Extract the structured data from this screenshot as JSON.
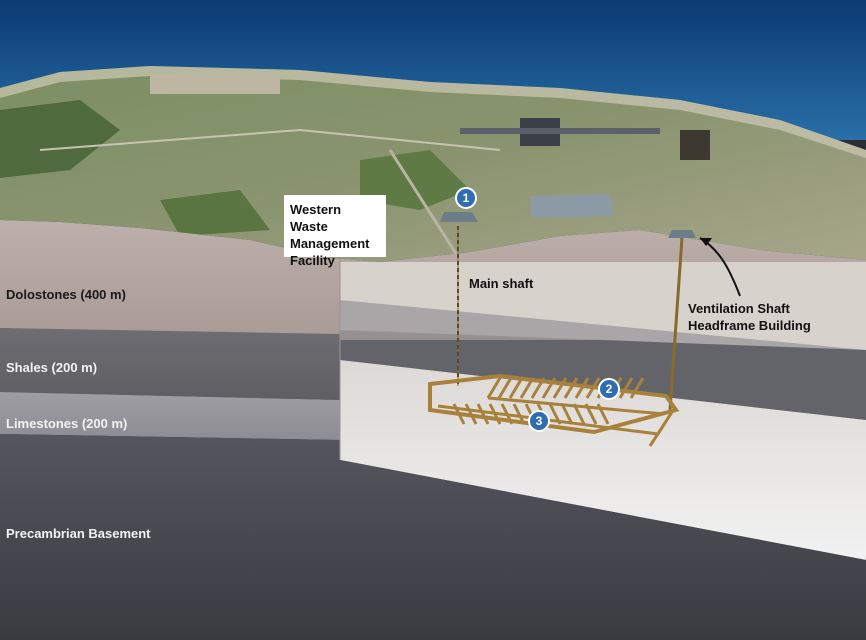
{
  "layers": {
    "dolostones": "Dolostones (400 m)",
    "shales": "Shales (200 m)",
    "limestones": "Limestones (200 m)",
    "basement": "Precambrian Basement"
  },
  "callouts": {
    "facility_lines": [
      "Western Waste",
      "Management",
      "Facility"
    ],
    "main_shaft": "Main shaft",
    "ventilation_lines": [
      "Ventilation Shaft",
      "Headframe Building"
    ]
  },
  "markers": [
    "1",
    "2",
    "3"
  ],
  "colors": {
    "sea": "#1f5f9a",
    "land": "#6f8a5a",
    "dolostone": "#b8aaa5",
    "shale": "#6b6b70",
    "limestone": "#9a9aa0",
    "basement": "#4a4b52",
    "tunnel": "#a8823c",
    "marker": "#2f6db3"
  }
}
